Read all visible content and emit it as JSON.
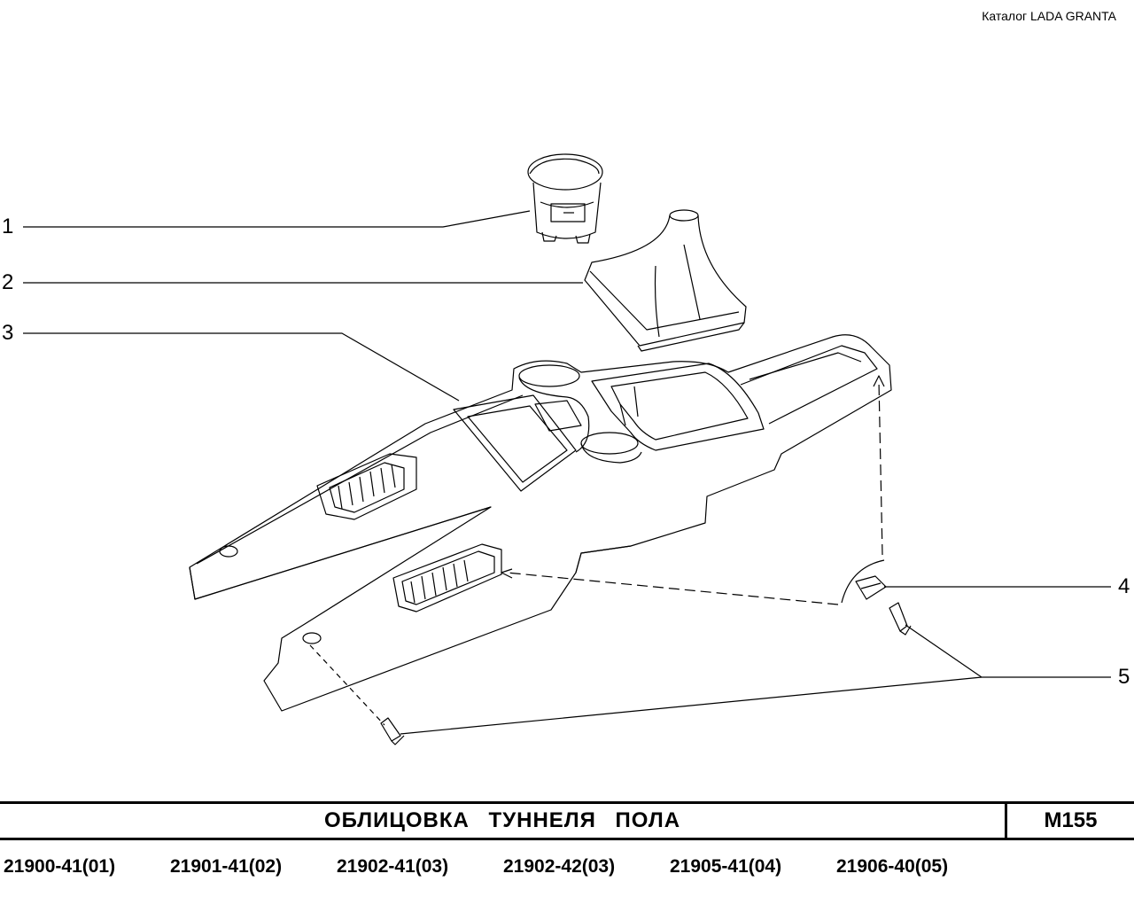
{
  "header": {
    "catalog": "Каталог  LADA  GRANTA"
  },
  "callouts": [
    "1",
    "2",
    "3",
    "4",
    "5"
  ],
  "title": {
    "name": "ОБЛИЦОВКА   ТУННЕЛЯ   ПОЛА",
    "code": "M155"
  },
  "models": [
    "21900-41(01)",
    "21901-41(02)",
    "21902-41(03)",
    "21902-42(03)",
    "21905-41(04)",
    "21906-40(05)"
  ]
}
